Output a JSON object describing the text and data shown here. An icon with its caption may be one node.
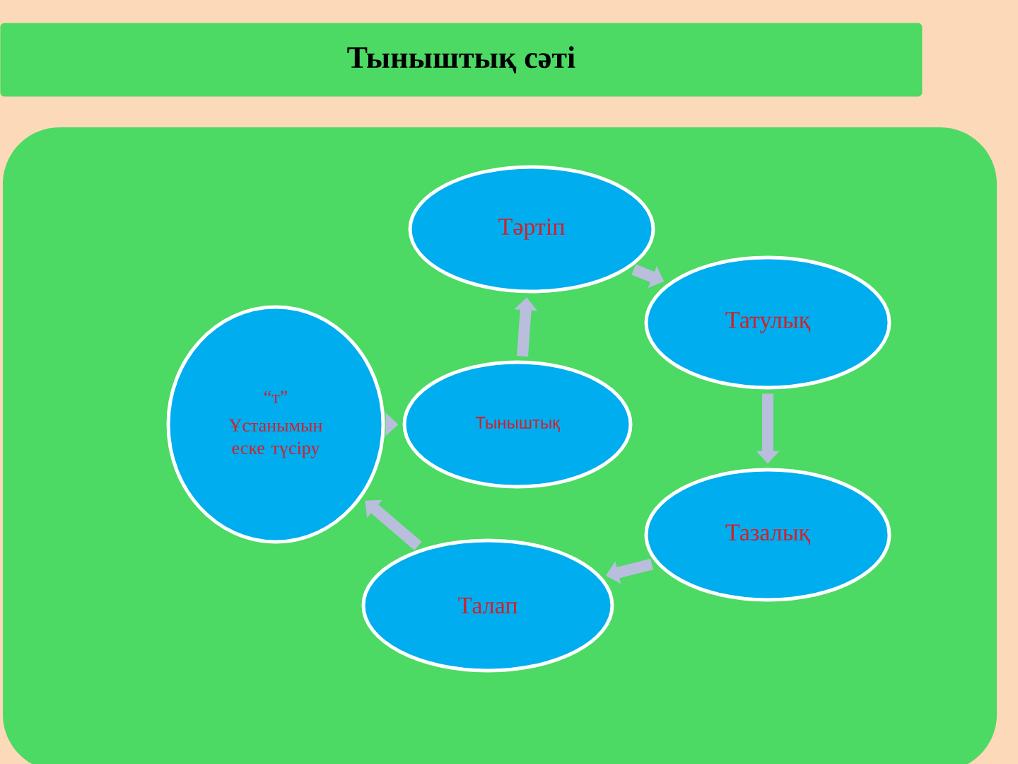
{
  "diagram": {
    "title": "Тыныштық сәті",
    "nodes": [
      {
        "text": [
          "Тәртіп"
        ]
      },
      {
        "text": [
          "Татулық"
        ]
      },
      {
        "text": [
          "Тазалық"
        ]
      },
      {
        "text": [
          "Талап"
        ]
      },
      {
        "text": [
          "“т”",
          "Ұстанымын еске түсіру"
        ]
      },
      {
        "text": [
          "Тыныштық"
        ]
      }
    ],
    "edges": [
      {
        "from": 5,
        "to": 0,
        "arrow": "to"
      },
      {
        "from": 0,
        "to": 1,
        "arrow": "to"
      },
      {
        "from": 1,
        "to": 2,
        "arrow": "to"
      },
      {
        "from": 2,
        "to": 3,
        "arrow": "to"
      },
      {
        "from": 3,
        "to": 4,
        "arrow": "to"
      },
      {
        "from": 4,
        "to": 5,
        "arrow": "to"
      }
    ]
  }
}
